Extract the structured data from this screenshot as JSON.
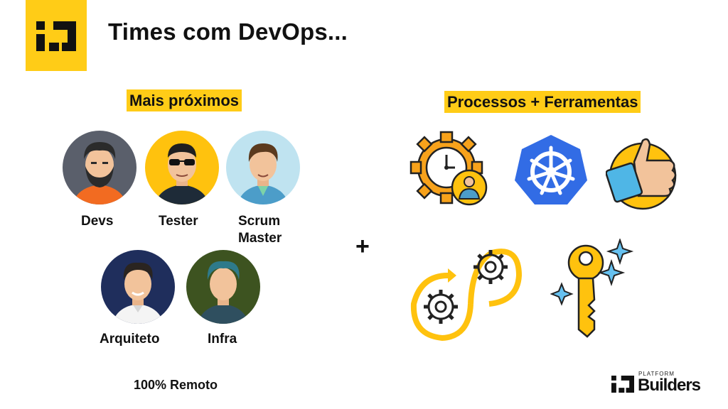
{
  "slide": {
    "title": "Times com DevOps...",
    "left_heading": "Mais próximos",
    "right_heading": "Processos + Ferramentas",
    "plus_sign": "+",
    "footer_note": "100% Remoto"
  },
  "roles": [
    {
      "label": "Devs",
      "icon": "developer-avatar"
    },
    {
      "label": "Tester",
      "icon": "tester-avatar"
    },
    {
      "label": "Scrum Master",
      "icon": "scrum-master-avatar"
    },
    {
      "label": "Arquiteto",
      "icon": "architect-avatar"
    },
    {
      "label": "Infra",
      "icon": "infra-avatar"
    }
  ],
  "tools": [
    {
      "icon": "gear-clock-person-icon"
    },
    {
      "icon": "kubernetes-icon"
    },
    {
      "icon": "thumbs-up-icon"
    },
    {
      "icon": "infinity-gears-icon"
    },
    {
      "icon": "key-sparkle-icon"
    }
  ],
  "brand": {
    "small": "PLATFORM",
    "big": "Builders"
  },
  "colors": {
    "accent": "#FFCC17",
    "text": "#111111",
    "k8s_blue": "#326CE5",
    "orange": "#F7A21B"
  }
}
